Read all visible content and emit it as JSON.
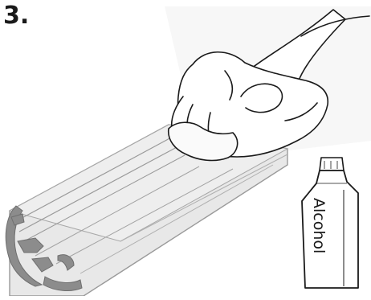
{
  "step": {
    "number": "3."
  },
  "bottle": {
    "label": "Alcohol"
  },
  "colors": {
    "profile_fill": "#e6e6e6",
    "profile_stroke": "#8a8a8a",
    "end_cap": "#8c8c8c",
    "ink": "#1a1a1a",
    "glare": "#f3f3f3"
  },
  "icons": [
    "aluminium-profile",
    "gloved-hand-wiping",
    "alcohol-bottle"
  ]
}
